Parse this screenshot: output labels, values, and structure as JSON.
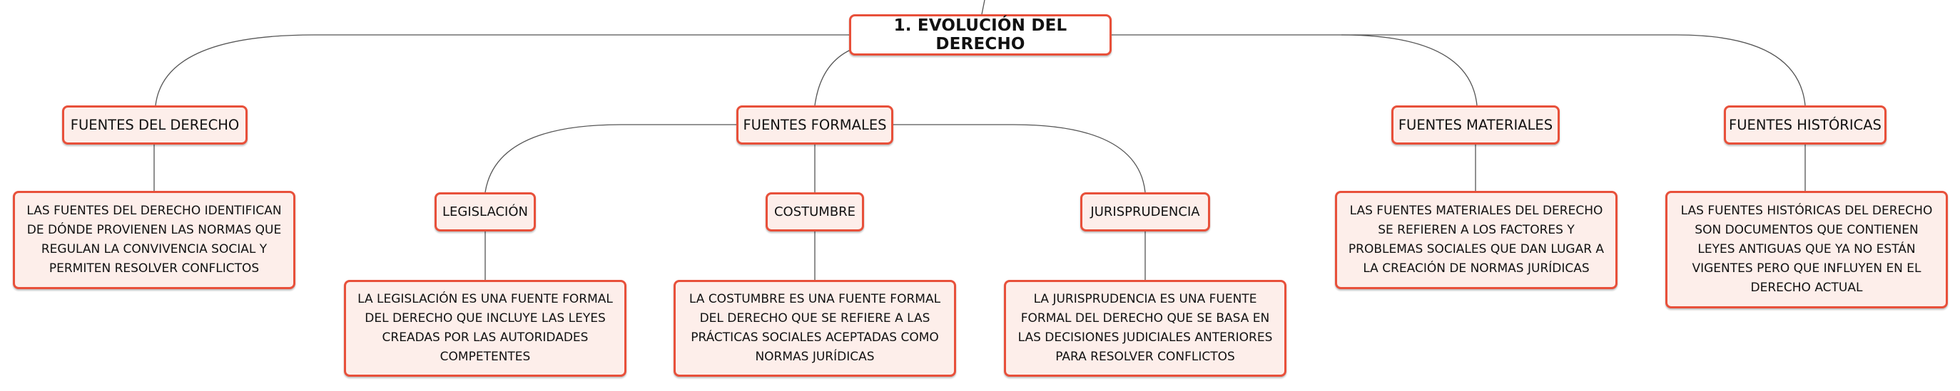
{
  "root": {
    "label": "1. EVOLUCIÓN DEL DERECHO"
  },
  "fuentes_derecho": {
    "label": "FUENTES DEL DERECHO",
    "desc": "LAS FUENTES DEL DERECHO IDENTIFICAN DE DÓNDE PROVIENEN LAS NORMAS QUE REGULAN LA CONVIVENCIA SOCIAL Y PERMITEN RESOLVER CONFLICTOS"
  },
  "fuentes_formales": {
    "label": "FUENTES FORMALES",
    "legislacion": {
      "label": "LEGISLACIÓN",
      "desc": "LA LEGISLACIÓN ES UNA FUENTE FORMAL DEL DERECHO QUE INCLUYE LAS LEYES CREADAS POR LAS AUTORIDADES COMPETENTES"
    },
    "costumbre": {
      "label": "COSTUMBRE",
      "desc": "LA COSTUMBRE ES UNA FUENTE FORMAL DEL DERECHO QUE SE REFIERE A LAS PRÁCTICAS SOCIALES ACEPTADAS COMO NORMAS JURÍDICAS"
    },
    "jurisprudencia": {
      "label": "JURISPRUDENCIA",
      "desc": "LA JURISPRUDENCIA ES UNA FUENTE FORMAL DEL DERECHO QUE SE BASA EN LAS DECISIONES JUDICIALES ANTERIORES PARA RESOLVER CONFLICTOS"
    }
  },
  "fuentes_materiales": {
    "label": "FUENTES MATERIALES",
    "desc": "LAS FUENTES MATERIALES DEL DERECHO SE REFIEREN A LOS FACTORES Y PROBLEMAS SOCIALES QUE DAN LUGAR A LA CREACIÓN DE NORMAS JURÍDICAS"
  },
  "fuentes_historicas": {
    "label": "FUENTES HISTÓRICAS",
    "desc": "LAS FUENTES HISTÓRICAS DEL DERECHO SON DOCUMENTOS QUE CONTIENEN LEYES ANTIGUAS QUE YA NO ESTÁN VIGENTES PERO QUE INFLUYEN EN EL DERECHO ACTUAL"
  },
  "colors": {
    "border": "#e8503a",
    "fill": "#fdeeea",
    "line": "#555555"
  }
}
